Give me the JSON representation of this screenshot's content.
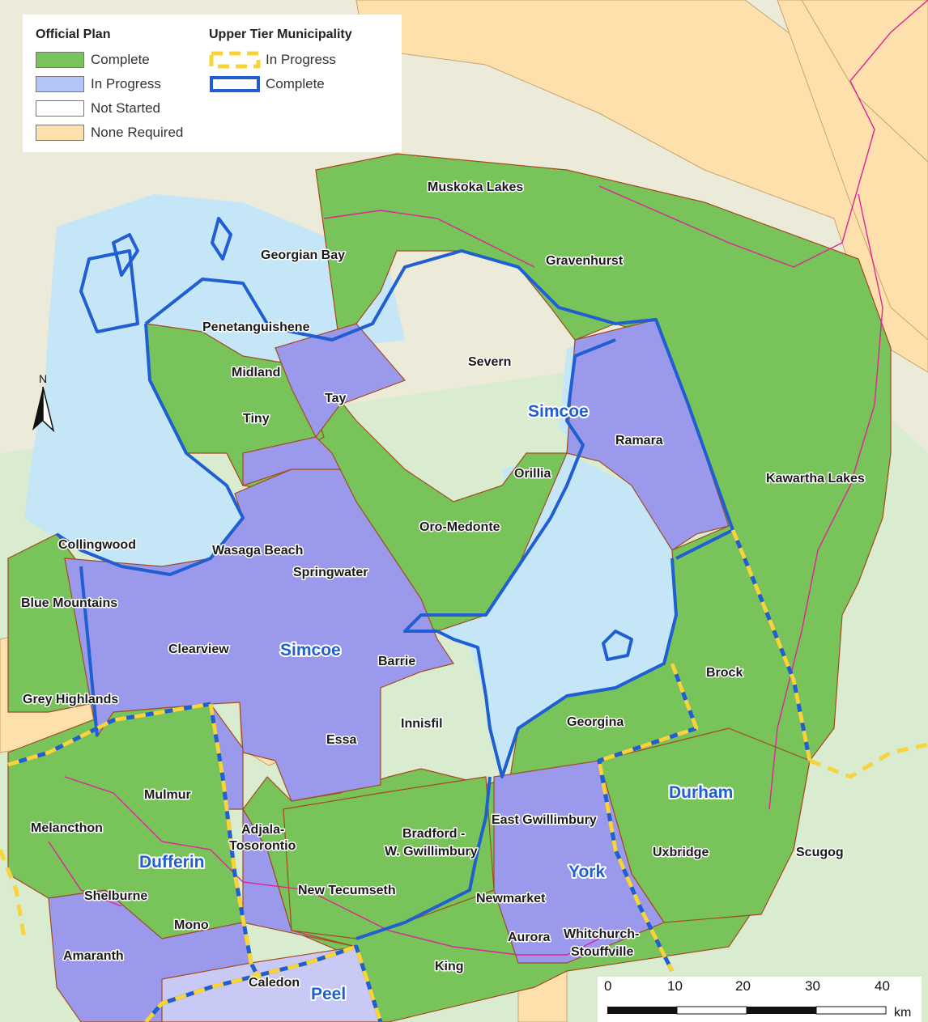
{
  "legend": {
    "official_plan_title": "Official Plan",
    "upper_tier_title": "Upper Tier Municipality",
    "official_plan_items": [
      {
        "label": "Complete",
        "color": "#78c35a"
      },
      {
        "label": "In Progress",
        "color": "#b3c4f7"
      },
      {
        "label": "Not Started",
        "color": "#ffffff"
      },
      {
        "label": "None Required",
        "color": "#fde0ac"
      }
    ],
    "upper_tier_items": [
      {
        "label": "In Progress",
        "color": "#f8d33a",
        "style": "dashed"
      },
      {
        "label": "Complete",
        "color": "#1f5fd1",
        "style": "solid"
      }
    ]
  },
  "colors": {
    "complete": "#78c35a",
    "in_progress": "#9b99ec",
    "none_required": "#fde0ac",
    "water": "#c4e6f7",
    "upper_tier_complete": "#1f5fd1",
    "upper_tier_in_progress": "#f8d33a",
    "municipal_boundary": "#a44a1f",
    "pink_line": "#e0239a"
  },
  "north_arrow": {
    "label": "N"
  },
  "scale_bar": {
    "ticks": [
      "0",
      "10",
      "20",
      "30",
      "40"
    ],
    "unit": "km"
  },
  "upper_tier_labels": {
    "simcoe_north": "Simcoe",
    "simcoe_south": "Simcoe",
    "dufferin": "Dufferin",
    "york": "York",
    "durham": "Durham",
    "peel": "Peel"
  },
  "municipalities": {
    "muskoka_lakes": "Muskoka Lakes",
    "georgian_bay": "Georgian Bay",
    "gravenhurst": "Gravenhurst",
    "penetanguishene": "Penetanguishene",
    "midland": "Midland",
    "tay": "Tay",
    "severn": "Severn",
    "tiny": "Tiny",
    "ramara": "Ramara",
    "orillia": "Orillia",
    "kawartha_lakes": "Kawartha Lakes",
    "oro_medonte": "Oro-Medonte",
    "collingwood": "Collingwood",
    "wasaga_beach": "Wasaga Beach",
    "springwater": "Springwater",
    "blue_mountains": "Blue Mountains",
    "clearview": "Clearview",
    "barrie": "Barrie",
    "brock": "Brock",
    "grey_highlands": "Grey Highlands",
    "innisfil": "Innisfil",
    "georgina": "Georgina",
    "essa": "Essa",
    "mulmur": "Mulmur",
    "east_gwillimbury": "East Gwillimbury",
    "melancthon": "Melancthon",
    "adjala_1": "Adjala-",
    "adjala_2": "Tosorontio",
    "bradford_1": "Bradford -",
    "bradford_2": "W. Gwillimbury",
    "uxbridge": "Uxbridge",
    "scugog": "Scugog",
    "new_tecumseth": "New Tecumseth",
    "shelburne": "Shelburne",
    "newmarket": "Newmarket",
    "mono": "Mono",
    "aurora": "Aurora",
    "whitchurch_1": "Whitchurch-",
    "whitchurch_2": "Stouffville",
    "amaranth": "Amaranth",
    "king": "King",
    "caledon": "Caledon"
  }
}
